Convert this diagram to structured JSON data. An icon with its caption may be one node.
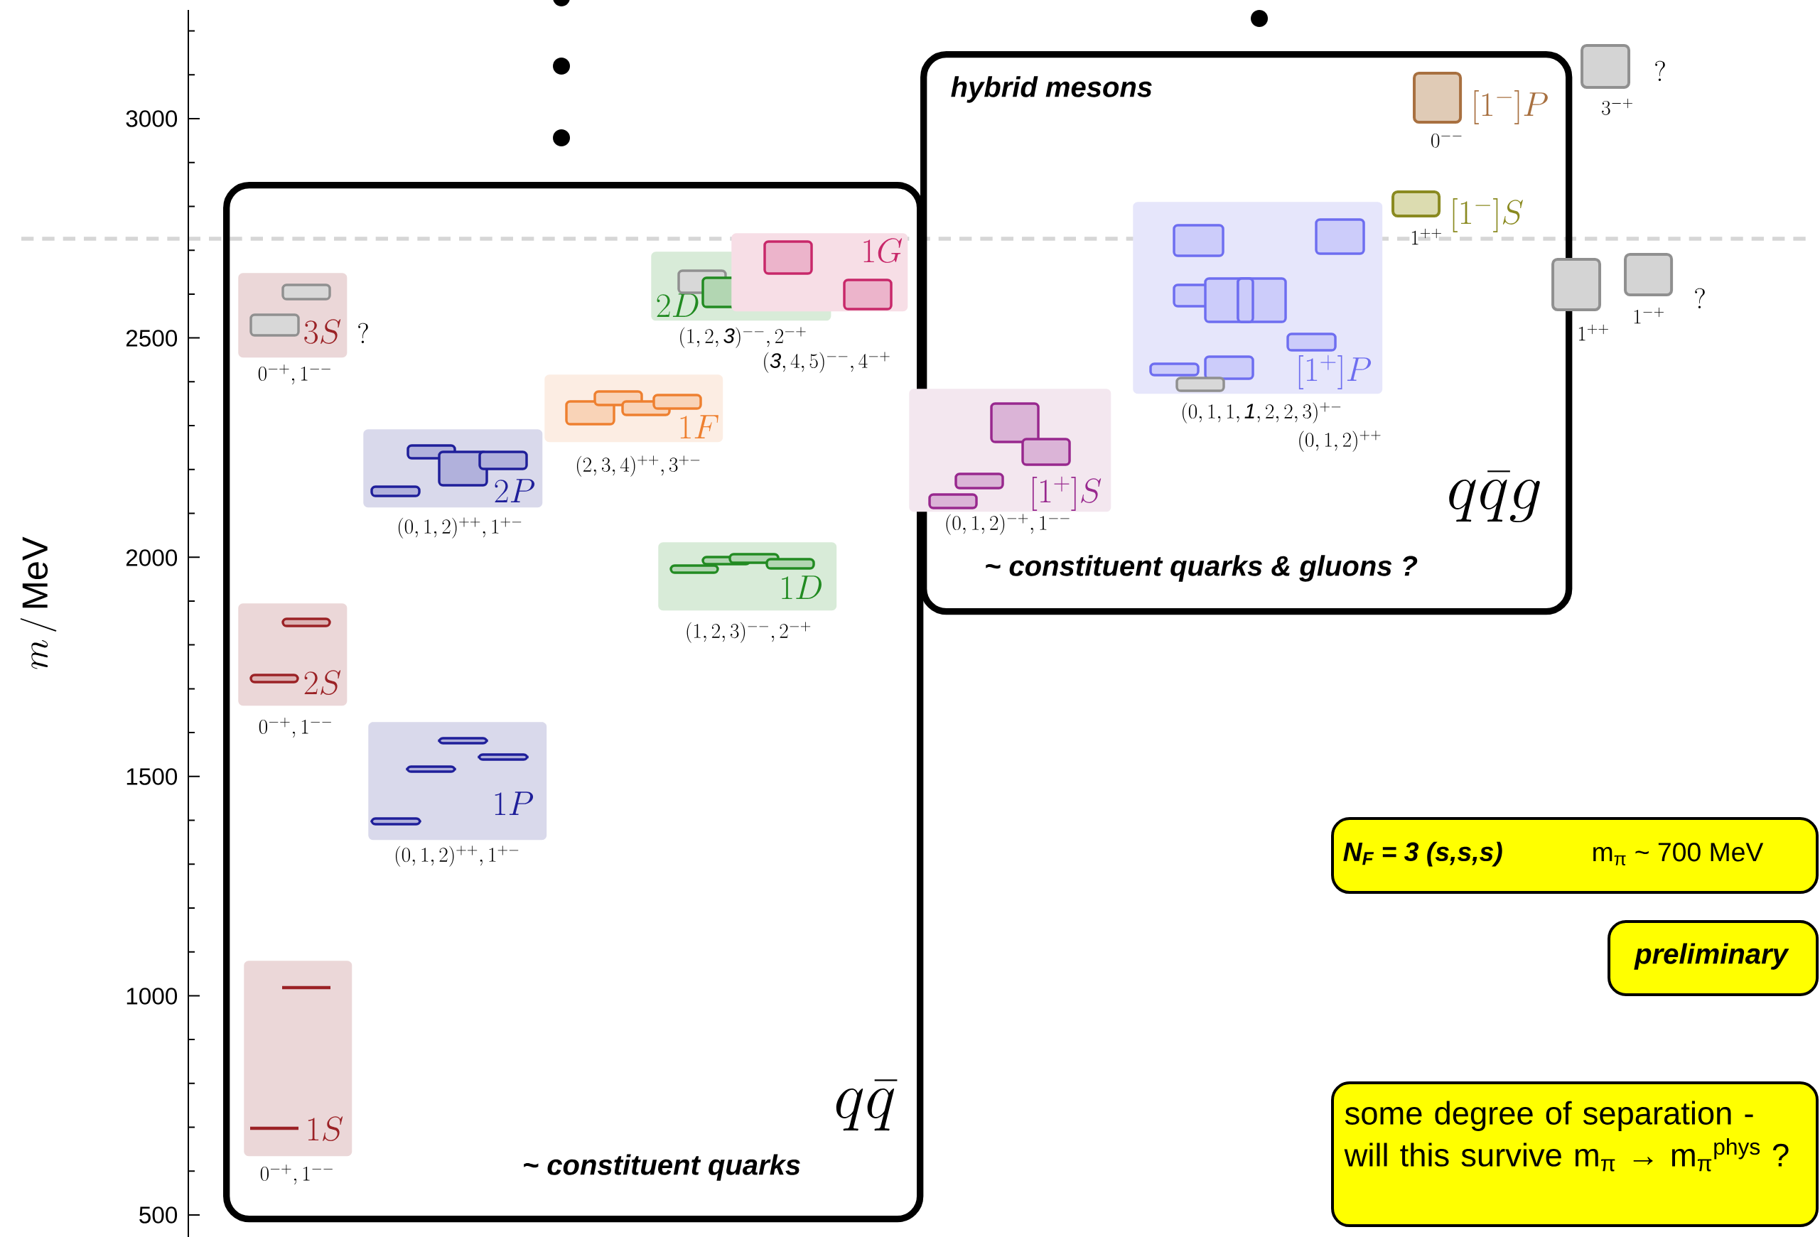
{
  "diagram": {
    "nodes": [
      {
        "text": [
          "q\\bar{q}",
          "~ constituent quarks"
        ]
      },
      {
        "text": [
          "1S"
        ],
        "in": 0,
        "beside": [
          "0^{-+},1^{--}"
        ]
      },
      {
        "text": [
          "2S"
        ],
        "in": 0,
        "beside": [
          "0^{-+},1^{--}"
        ]
      },
      {
        "text": [
          "3S"
        ],
        "in": 0,
        "beside": [
          "0^{-+},1^{--}",
          "?"
        ]
      },
      {
        "text": [
          "1P"
        ],
        "in": 0,
        "beside": [
          "(0,1,2)^{++},1^{+-}"
        ]
      },
      {
        "text": [
          "2P"
        ],
        "in": 0,
        "beside": [
          "(0,1,2)^{++},1^{+-}"
        ]
      },
      {
        "text": [
          "1D"
        ],
        "in": 0,
        "beside": [
          "(1,2,3)^{--},2^{-+}"
        ]
      },
      {
        "text": [
          "1F"
        ],
        "in": 0,
        "beside": [
          "(2,3,4)^{++},3^{+-}"
        ]
      },
      {
        "text": [
          "2D"
        ],
        "in": 0,
        "beside": [
          "(1,2,\\mathit{3})^{--},2^{-+}"
        ]
      },
      {
        "text": [
          "1G"
        ],
        "in": 0
      },
      {
        "text": [
          "hybrid mesons",
          "q\\bar{q}g",
          "~ constituent quarks & gluons ?"
        ]
      },
      {
        "text": [
          "[1^{+}]S"
        ],
        "beside": [
          "(0,1,2)^{-+},1^{--}"
        ]
      },
      {
        "text": [
          "[1^{+}]P"
        ],
        "in": 10,
        "beside": [
          "(0,1,1,\\mathit{1},2,2,3)^{+-}",
          "(0,1,2)^{++}"
        ]
      },
      {
        "text": [
          "[1^{-}]P"
        ],
        "in": 10,
        "beside": [
          "0^{--}"
        ]
      },
      {
        "text": [
          "[1^{-}]S"
        ],
        "in": 10,
        "beside": [
          "1^{++}"
        ]
      },
      {
        "text": [
          "N$_{F}$ = 3 (s,s,s)",
          "m$_{π}$ ~ 700 MeV"
        ]
      },
      {
        "text": [
          "preliminary"
        ]
      },
      {
        "text": [
          "some degree of separation - will this survive m$_{π}$ → m$_{π}$$^{phys}$ ?"
        ]
      },
      {
        "text": [],
        "shape": "box",
        "beside": [
          "3^{-+}",
          "?"
        ]
      },
      {
        "text": [],
        "shape": "box",
        "beside": [
          "1^{++}"
        ]
      },
      {
        "text": [],
        "shape": "box",
        "beside": [
          "1^{-+}",
          "?"
        ]
      }
    ],
    "labels": [
      "m\\,/\\,\\mathrm{MeV}",
      "3000",
      "2500",
      "2000",
      "1500",
      "1000",
      "500",
      "(\\mathit{3},4,5)^{--},4^{-+}"
    ]
  }
}
